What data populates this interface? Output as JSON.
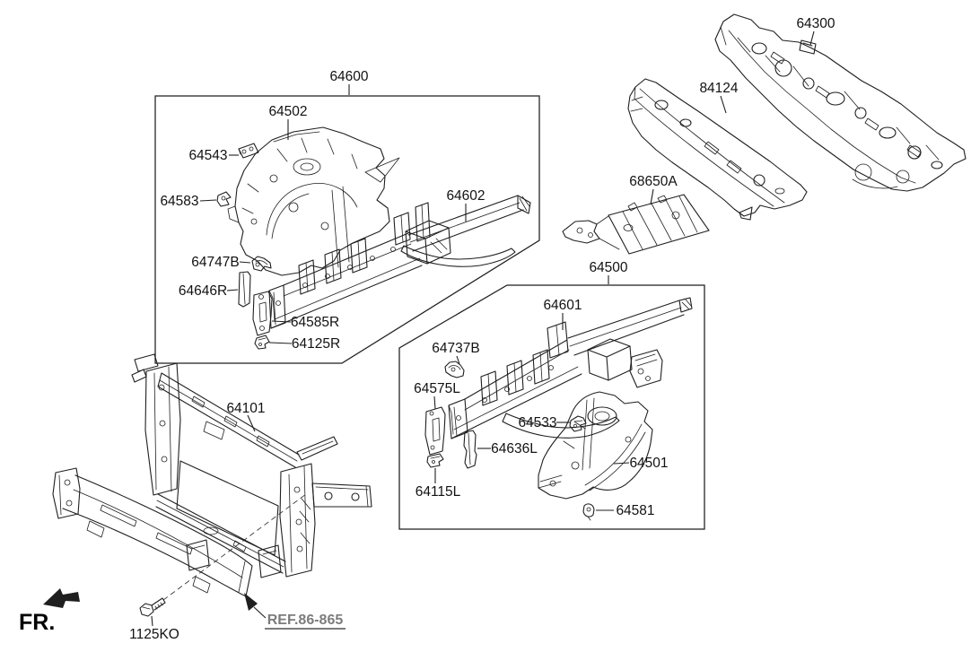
{
  "labels": [
    {
      "id": "64600",
      "text": "64600"
    },
    {
      "id": "64502",
      "text": "64502"
    },
    {
      "id": "64543",
      "text": "64543"
    },
    {
      "id": "64583",
      "text": "64583"
    },
    {
      "id": "64602",
      "text": "64602"
    },
    {
      "id": "64747B",
      "text": "64747B"
    },
    {
      "id": "64646R",
      "text": "64646R"
    },
    {
      "id": "64585R",
      "text": "64585R"
    },
    {
      "id": "64125R",
      "text": "64125R"
    },
    {
      "id": "64300",
      "text": "64300"
    },
    {
      "id": "84124",
      "text": "84124"
    },
    {
      "id": "68650A",
      "text": "68650A"
    },
    {
      "id": "64500",
      "text": "64500"
    },
    {
      "id": "64601",
      "text": "64601"
    },
    {
      "id": "64737B",
      "text": "64737B"
    },
    {
      "id": "64575L",
      "text": "64575L"
    },
    {
      "id": "64533",
      "text": "64533"
    },
    {
      "id": "64636L",
      "text": "64636L"
    },
    {
      "id": "64501",
      "text": "64501"
    },
    {
      "id": "64115L",
      "text": "64115L"
    },
    {
      "id": "64581",
      "text": "64581"
    },
    {
      "id": "64101",
      "text": "64101"
    },
    {
      "id": "1125KO",
      "text": "1125KO"
    }
  ],
  "ref_link": {
    "text": "REF.86-865"
  },
  "direction_indicator": {
    "text": "FR."
  },
  "colors": {
    "line": "#1f1f1f",
    "link_gray": "#7c7c7c",
    "background": "#ffffff"
  }
}
